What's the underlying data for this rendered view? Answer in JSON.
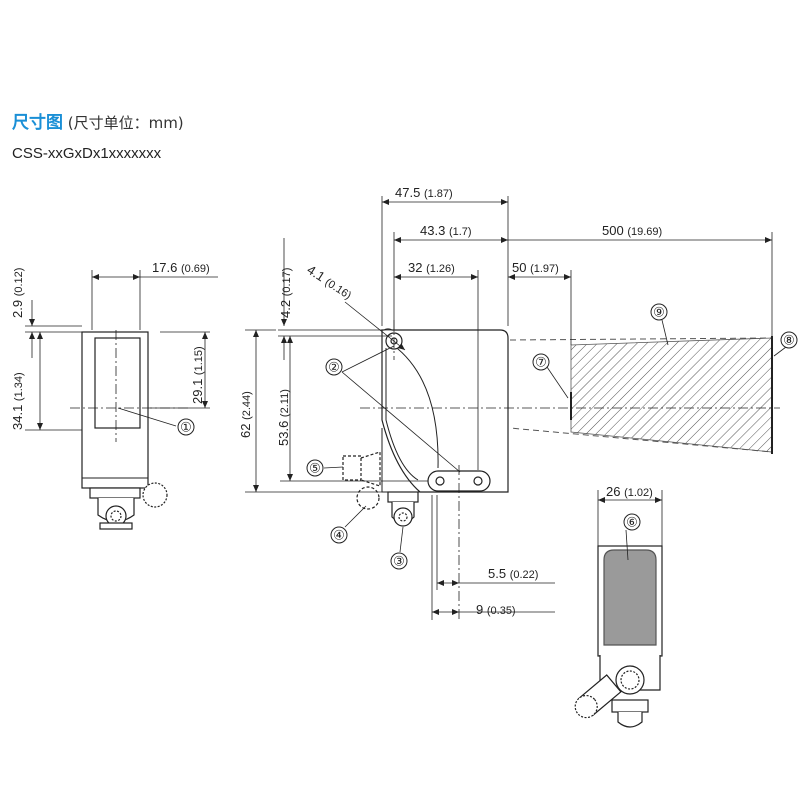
{
  "header": {
    "title": "尺寸图",
    "subtitle": "(尺寸单位：mm)",
    "model": "CSS-xxGxDx1xxxxxxx"
  },
  "dimensions": {
    "d_47_5": "47.5",
    "d_47_5_in": "(1.87)",
    "d_43_3": "43.3",
    "d_43_3_in": "(1.7)",
    "d_500": "500",
    "d_500_in": "(19.69)",
    "d_32": "32",
    "d_32_in": "(1.26)",
    "d_50": "50",
    "d_50_in": "(1.97)",
    "d_4_1": "4.1",
    "d_4_1_in": "(0.16)",
    "d_4_2": "4.2",
    "d_4_2_in": "(0.17)",
    "d_17_6": "17.6",
    "d_17_6_in": "(0.69)",
    "d_2_9": "2.9",
    "d_2_9_in": "(0.12)",
    "d_34_1": "34.1",
    "d_34_1_in": "(1.34)",
    "d_29_1": "29.1",
    "d_29_1_in": "(1.15)",
    "d_62": "62",
    "d_62_in": "(2.44)",
    "d_53_6": "53.6",
    "d_53_6_in": "(2.11)",
    "d_5_5": "5.5",
    "d_5_5_in": "(0.22)",
    "d_9": "9",
    "d_9_in": "(0.35)",
    "d_26": "26",
    "d_26_in": "(1.02)"
  },
  "callouts": {
    "c1": "①",
    "c2": "②",
    "c3": "③",
    "c4": "④",
    "c5": "⑤",
    "c6": "⑥",
    "c7": "⑦",
    "c8": "⑧",
    "c9": "⑨"
  }
}
